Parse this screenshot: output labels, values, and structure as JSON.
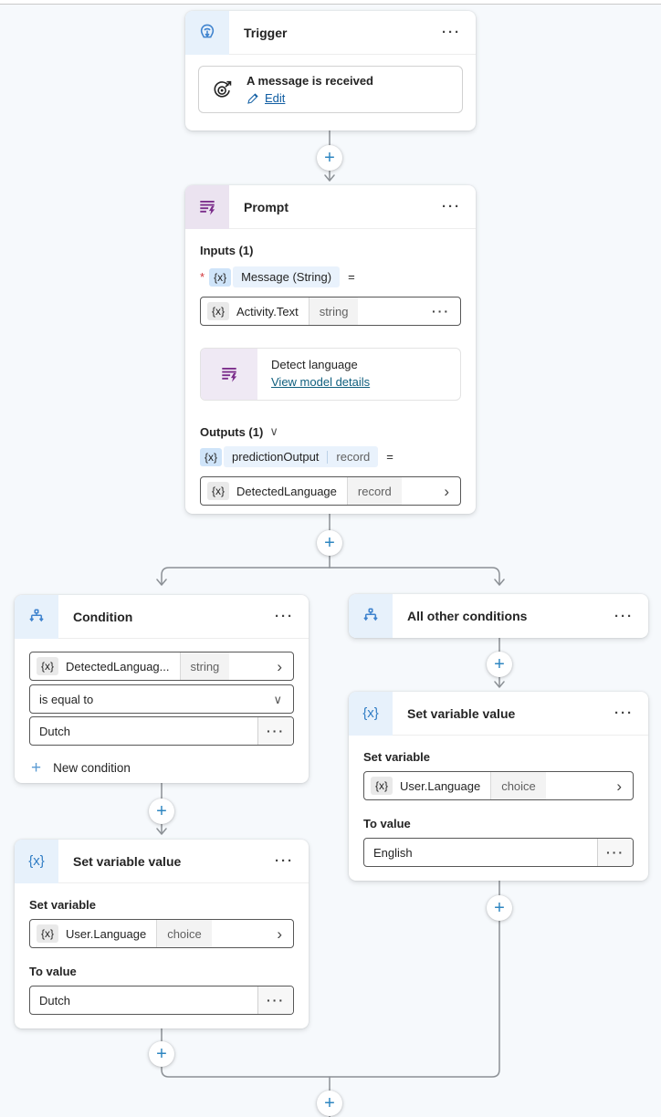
{
  "page": {
    "plus": "+",
    "equals": "=",
    "required_marker": "*",
    "chevron_down": "∨",
    "chevron_right": "›",
    "menu_dots": "···"
  },
  "colors": {
    "accent_blue": "#2e86c1",
    "icon_blue": "#3f83ce",
    "icon_purple": "#7b2d8b",
    "link_blue": "#115ea3",
    "link_teal": "#11607f",
    "required_red": "#d13438",
    "connector_gray": "#8b9095"
  },
  "trigger": {
    "title": "Trigger",
    "action_name": "A message is received",
    "edit_label": "Edit"
  },
  "prompt": {
    "title": "Prompt",
    "inputs_header": "Inputs (1)",
    "input_badge": "{x}",
    "input_name": "Message (String)",
    "value_box": {
      "badge": "{x}",
      "name": "Activity.Text",
      "type": "string"
    },
    "model_name": "Detect language",
    "model_link": "View model details",
    "outputs_header": "Outputs (1)",
    "output_badge": "{x}",
    "output_name": "predictionOutput",
    "output_type": "record",
    "output_box": {
      "badge": "{x}",
      "name": "DetectedLanguage",
      "type": "record"
    }
  },
  "condition": {
    "title": "Condition",
    "operand_box": {
      "badge": "{x}",
      "name": "DetectedLanguag...",
      "type": "string"
    },
    "operator_value": "is equal to",
    "value": "Dutch",
    "new_condition_label": "New condition"
  },
  "all_other_conditions": {
    "title": "All other conditions"
  },
  "set_variable_left": {
    "title": "Set variable value",
    "badge": "{x}",
    "set_variable_label": "Set variable",
    "variable_box": {
      "badge": "{x}",
      "name": "User.Language",
      "type": "choice"
    },
    "to_value_label": "To value",
    "value": "Dutch"
  },
  "set_variable_right": {
    "title": "Set variable value",
    "badge": "{x}",
    "set_variable_label": "Set variable",
    "variable_box": {
      "badge": "{x}",
      "name": "User.Language",
      "type": "choice"
    },
    "to_value_label": "To value",
    "value": "English"
  }
}
